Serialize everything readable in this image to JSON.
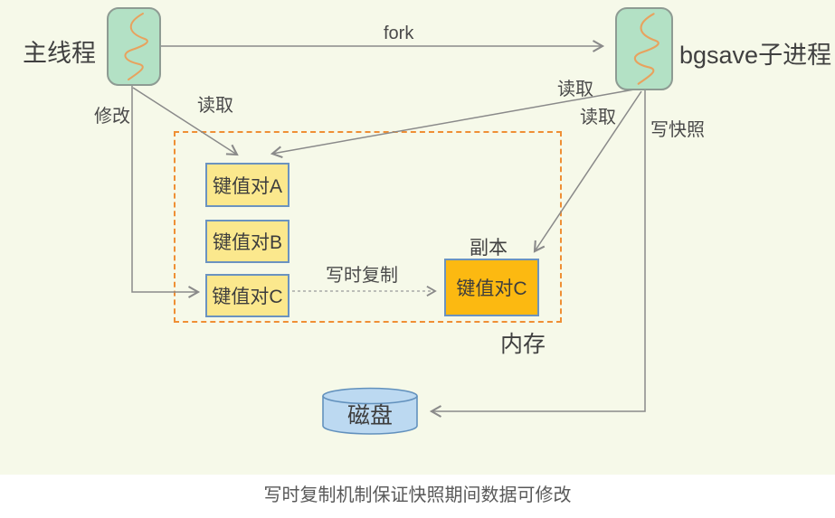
{
  "colors": {
    "bg": "#f6f9e9",
    "caption_bg": "#ffffff",
    "node_green": "#b3e1c5",
    "node_green_border": "#8e9b93",
    "squiggle": "#e8a25e",
    "kv_yellow": "#fbe88d",
    "kv_orange": "#fcb911",
    "kv_border": "#6b93c0",
    "memory_border": "#ef8f35",
    "disk_fill": "#bcd9f1",
    "disk_border": "#6291bd",
    "line": "#8a8a8a",
    "text": "#404040",
    "caption_text": "#595959"
  },
  "nodes": {
    "main_thread": {
      "label": "主线程"
    },
    "bgsave": {
      "label": "bgsave子进程"
    },
    "kv_a": {
      "label": "键值对A"
    },
    "kv_b": {
      "label": "键值对B"
    },
    "kv_c": {
      "label": "键值对C"
    },
    "kv_c_copy": {
      "label": "键值对C",
      "tag": "副本"
    },
    "memory": {
      "label": "内存"
    },
    "disk": {
      "label": "磁盘"
    }
  },
  "edges": {
    "fork": {
      "label": "fork"
    },
    "modify": {
      "label": "修改"
    },
    "read_main": {
      "label": "读取"
    },
    "read_bgsave_upper": {
      "label": "读取"
    },
    "read_bgsave_lower": {
      "label": "读取"
    },
    "write_snapshot": {
      "label": "写快照"
    },
    "copy_on_write": {
      "label": "写时复制"
    }
  },
  "caption": "写时复制机制保证快照期间数据可修改"
}
